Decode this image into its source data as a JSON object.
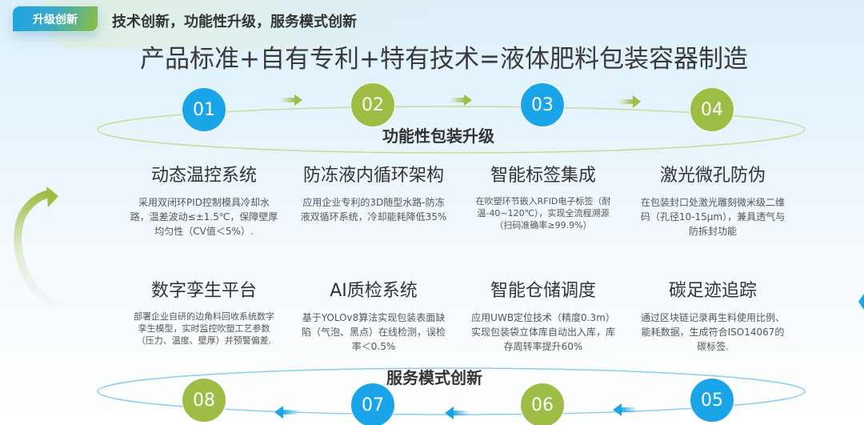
{
  "header": {
    "badge": "升级创新",
    "subtitle": "技术创新，功能性升级，服务模式创新",
    "main_title": "产品标准+自有专利+特有技术=液体肥料包装容器制造"
  },
  "sections": {
    "top_label": "功能性包装升级",
    "bottom_label": "服务模式创新"
  },
  "steps": [
    {
      "num": "01",
      "color": "#1aa5e9"
    },
    {
      "num": "02",
      "color": "#9dbd45"
    },
    {
      "num": "03",
      "color": "#1aa5e9"
    },
    {
      "num": "04",
      "color": "#9dbd45"
    },
    {
      "num": "05",
      "color": "#1aa5e9"
    },
    {
      "num": "06",
      "color": "#9dbd45"
    },
    {
      "num": "07",
      "color": "#1aa5e9"
    },
    {
      "num": "08",
      "color": "#9dbd45"
    }
  ],
  "cards": [
    {
      "title": "动态温控系统",
      "desc": "采用双闭环PID控制模具冷却水路，温差波动≤±1.5℃，保障壁厚均匀性（CV值＜5%）."
    },
    {
      "title": "防冻液内循环架构",
      "desc": "应用企业专利的3D随型水路-防冻液双循环系统，冷却能耗降低35%"
    },
    {
      "title": "智能标签集成",
      "desc": "在吹塑环节嵌入RFID电子标签（耐温-40~120℃），实现全流程溯源（扫码准确率≥99.9%）"
    },
    {
      "title": "激光微孔防伪",
      "desc": "在包装封口处激光雕刻微米级二维码（孔径10-15μm），兼具透气与防拆封功能"
    },
    {
      "title": "数字孪生平台",
      "desc": "部署企业自研的边角料回收系统数字孪生模型，实时监控吹塑工艺参数（压力、温度、壁厚）并预警偏差."
    },
    {
      "title": "AI质检系统",
      "desc": "基于YOLOv8算法实现包装表面缺陷（气泡、黑点）在线检测，误检率＜0.5%"
    },
    {
      "title": "智能仓储调度",
      "desc": "应用UWB定位技术（精度0.3m）实现包装袋立体库自动出入库，库存周转率提升60%"
    },
    {
      "title": "碳足迹追踪",
      "desc": "通过区块链记录再生料使用比例、能耗数据，生成符合ISO14067的碳标签."
    }
  ],
  "colors": {
    "blue": "#1aa5e9",
    "green": "#9dbd45",
    "top_ring": "#c5dd9a",
    "bottom_ring": "#8fcdf0"
  }
}
